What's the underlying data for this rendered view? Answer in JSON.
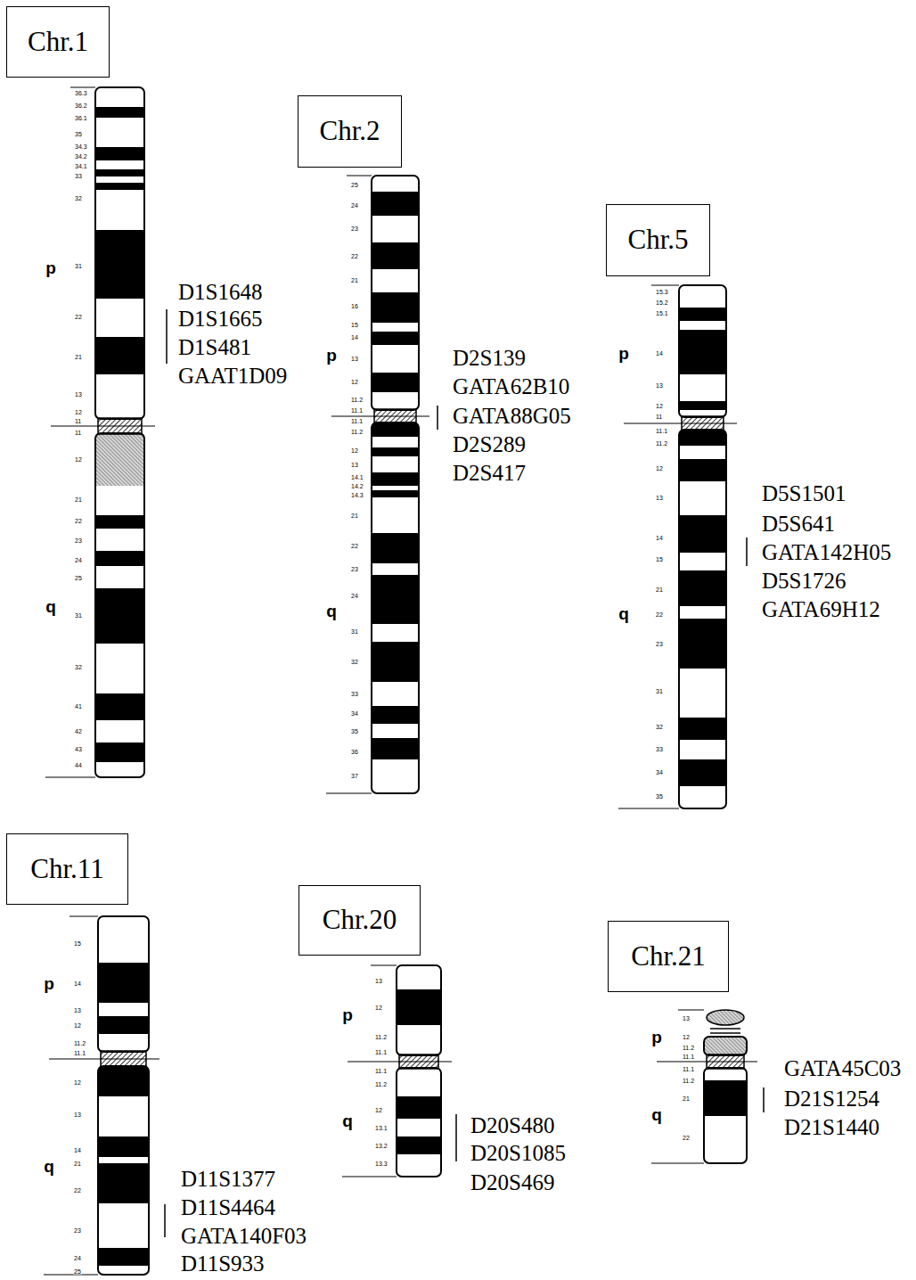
{
  "diagram": {
    "nodes": [
      {
        "text": [
          "Chr.1"
        ]
      },
      {
        "text": [
          "Chr.2"
        ]
      },
      {
        "text": [
          "Chr.5"
        ]
      },
      {
        "text": [
          "Chr.11"
        ]
      },
      {
        "text": [
          "Chr.20"
        ]
      },
      {
        "text": [
          "Chr.21"
        ]
      }
    ],
    "labels": [
      "p",
      "q",
      "36.3",
      "36.2",
      "36.1",
      "35",
      "34.3",
      "34.2",
      "34.1",
      "33",
      "32",
      "31",
      "22",
      "21",
      "13",
      "12",
      "11",
      "11",
      "12",
      "21",
      "22",
      "23",
      "24",
      "25",
      "31",
      "32",
      "41",
      "42",
      "43",
      "44",
      "D1S1648",
      "D1S1665",
      "D1S481",
      "GAAT1D09",
      "p",
      "q",
      "25",
      "24",
      "23",
      "22",
      "21",
      "16",
      "15",
      "14",
      "13",
      "12",
      "11.2",
      "11.1",
      "11.1",
      "11.2",
      "12",
      "13",
      "14.1",
      "14.2",
      "14.3",
      "21",
      "22",
      "23",
      "24",
      "31",
      "32",
      "33",
      "34",
      "35",
      "36",
      "37",
      "D2S139",
      "GATA62B10",
      "GATA88G05",
      "D2S289",
      "D2S417",
      "p",
      "q",
      "15.3",
      "15.2",
      "15.1",
      "14",
      "13",
      "12",
      "11",
      "11.1",
      "11.2",
      "12",
      "13",
      "14",
      "15",
      "21",
      "22",
      "23",
      "31",
      "32",
      "33",
      "34",
      "35",
      "D5S1501",
      "D5S641",
      "GATA142H05",
      "D5S1726",
      "GATA69H12",
      "p",
      "q",
      "15",
      "14",
      "13",
      "12",
      "11.2",
      "11.1",
      "12",
      "13",
      "14",
      "21",
      "22",
      "23",
      "24",
      "25",
      "D11S1377",
      "D11S4464",
      "GATA140F03",
      "D11S933",
      "p",
      "q",
      "13",
      "12",
      "11.2",
      "11.1",
      "11.1",
      "11.2",
      "12",
      "13.1",
      "13.2",
      "13.3",
      "D20S480",
      "D20S1085",
      "D20S469",
      "p",
      "q",
      "13",
      "12",
      "11.2",
      "11.1",
      "11.1",
      "11.2",
      "21",
      "22",
      "GATA45C03",
      "D21S1254",
      "D21S1440"
    ]
  }
}
